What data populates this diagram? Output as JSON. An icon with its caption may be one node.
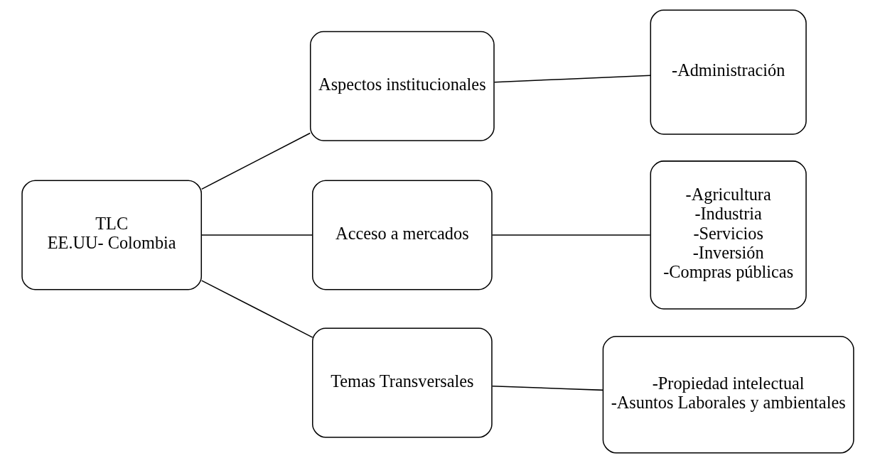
{
  "diagram": {
    "nodes": [
      {
        "text": [
          "TLC",
          "EE.UU- Colombia"
        ]
      },
      {
        "text": [
          "Aspectos institucionales"
        ]
      },
      {
        "text": [
          "Acceso a mercados"
        ]
      },
      {
        "text": [
          "Temas Transversales"
        ]
      },
      {
        "text": [
          "-Administración"
        ]
      },
      {
        "text": [
          "-Agricultura",
          "-Industria",
          "-Servicios",
          "-Inversión",
          "-Compras públicas"
        ]
      },
      {
        "text": [
          "-Propiedad intelectual",
          "-Asuntos Laborales y ambientales"
        ]
      }
    ],
    "edges": [
      {
        "from": 0,
        "to": 1,
        "arrow": "none"
      },
      {
        "from": 0,
        "to": 2,
        "arrow": "none"
      },
      {
        "from": 0,
        "to": 3,
        "arrow": "none"
      },
      {
        "from": 1,
        "to": 4,
        "arrow": "none"
      },
      {
        "from": 2,
        "to": 5,
        "arrow": "none"
      },
      {
        "from": 3,
        "to": 6,
        "arrow": "none"
      }
    ]
  }
}
